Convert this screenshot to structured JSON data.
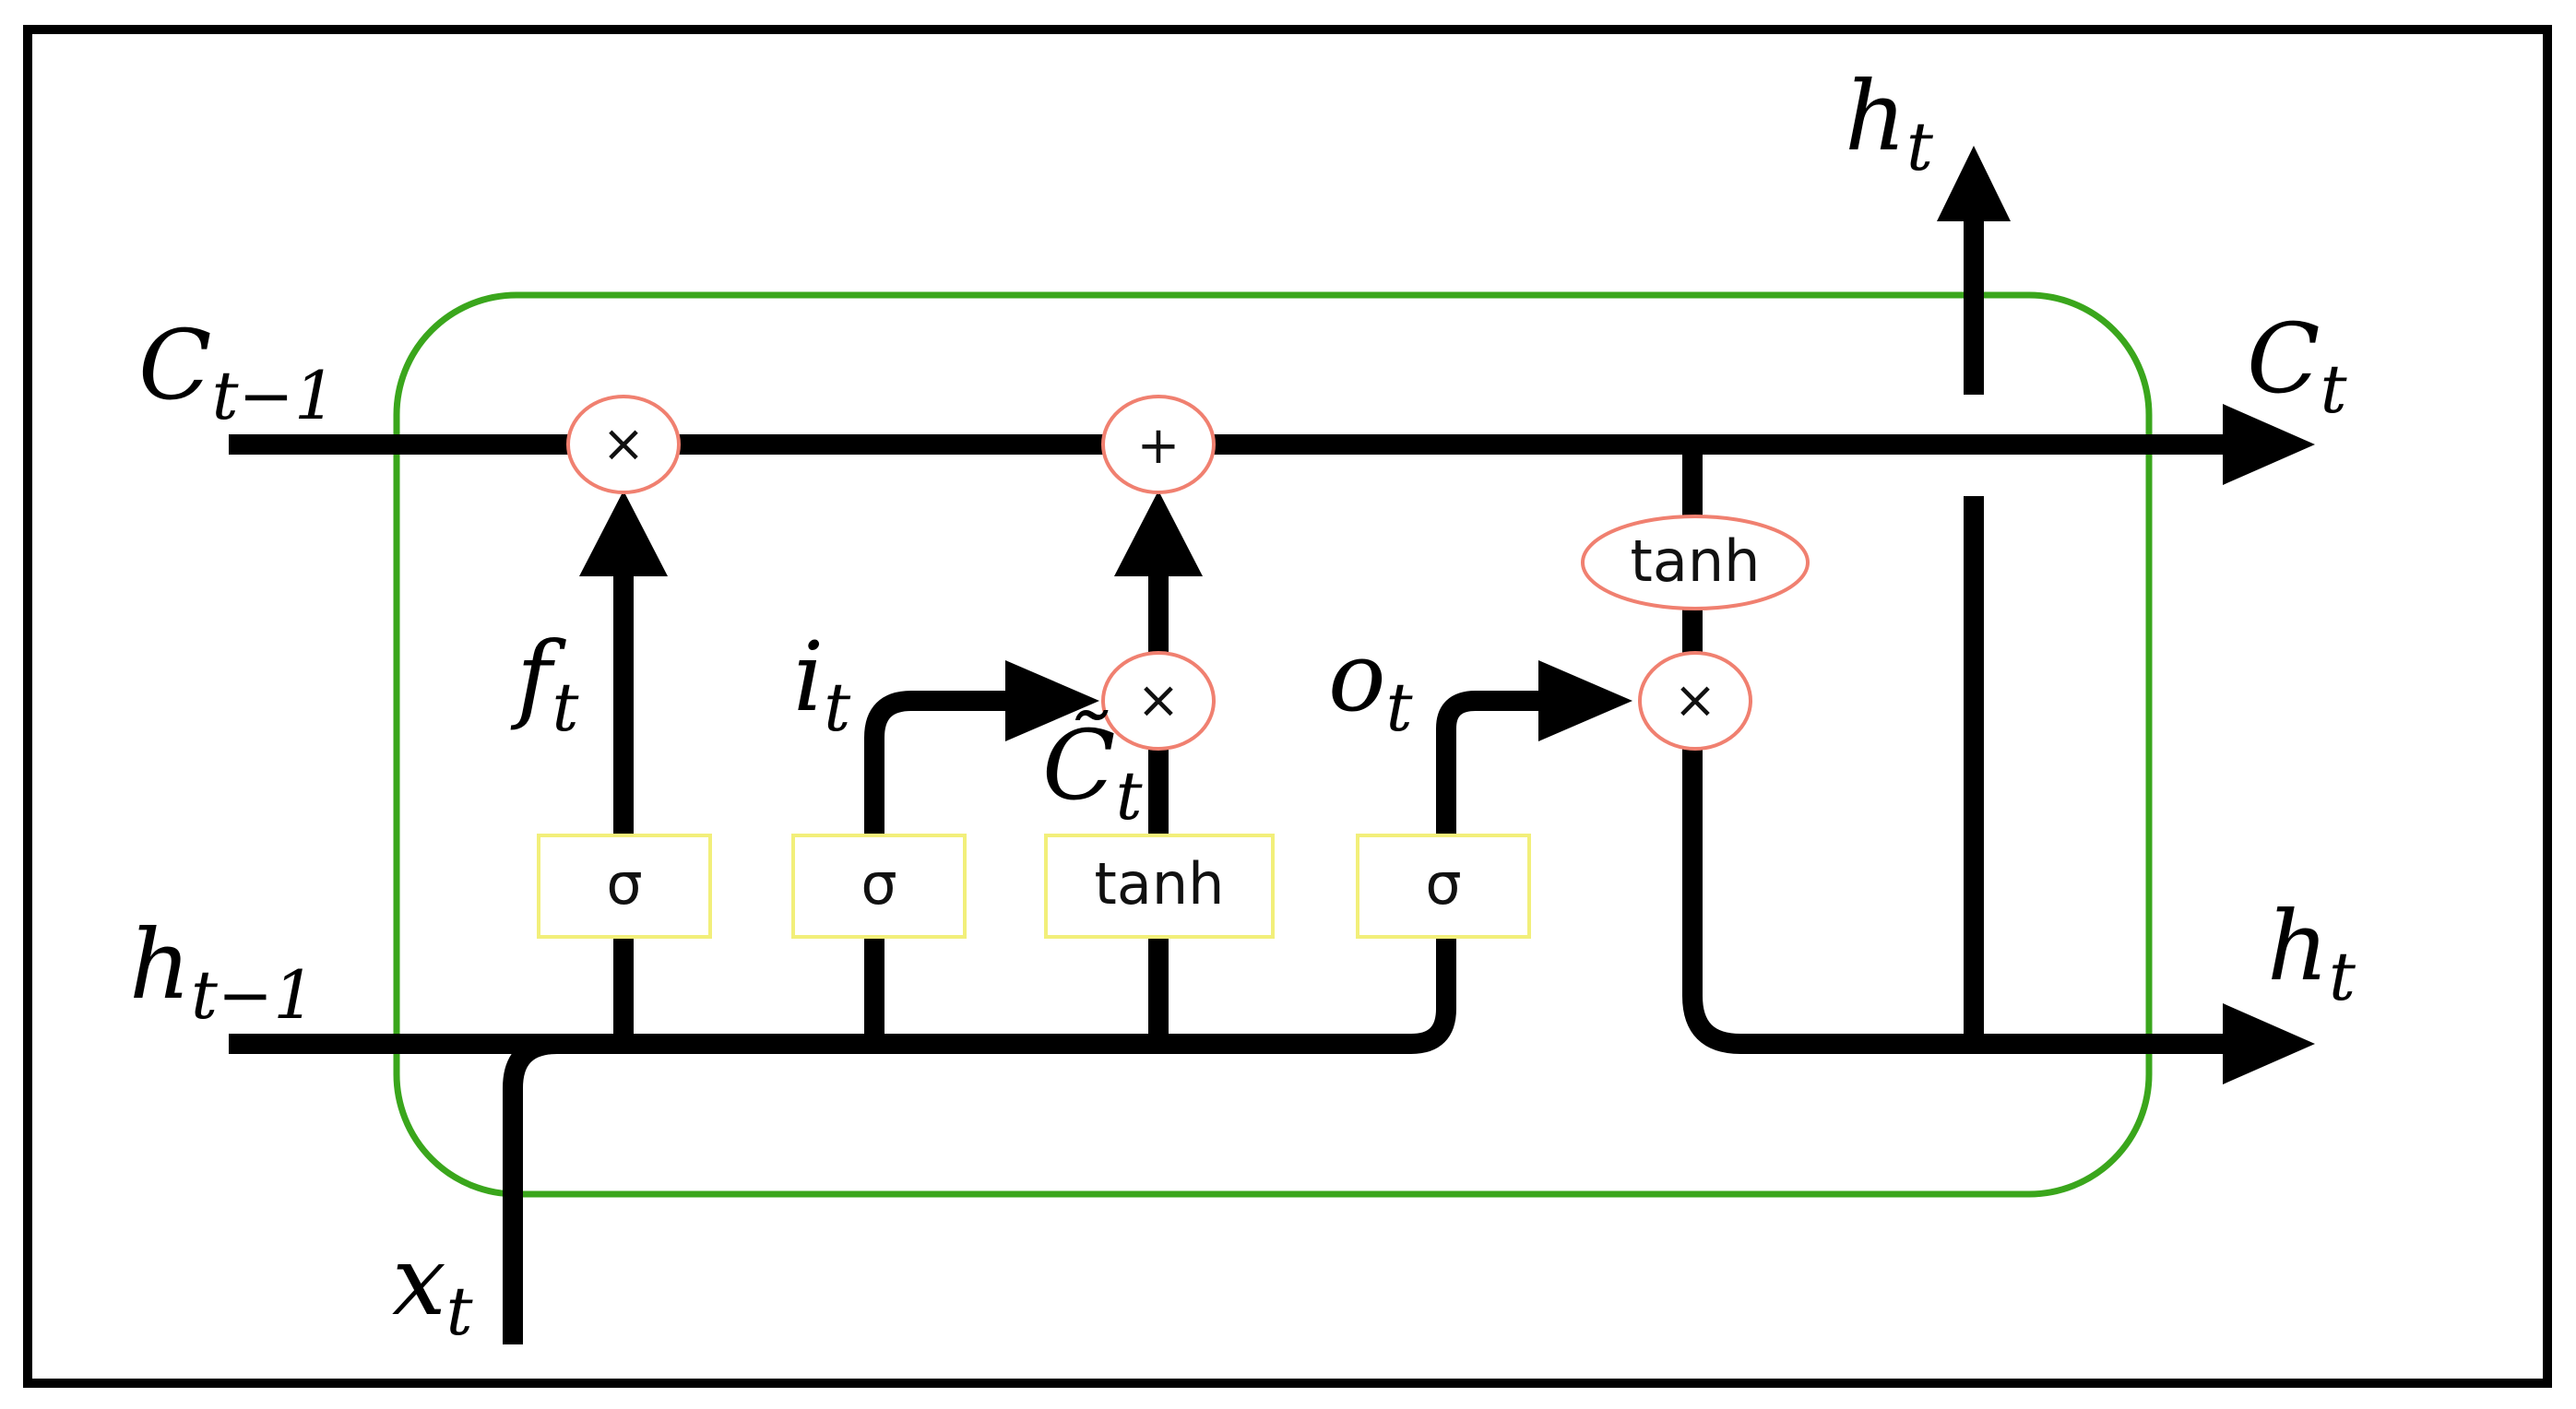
{
  "colors": {
    "cell_border": "#3aa61c",
    "operator_outline": "#f08070",
    "gate_outline": "#f2ef7a",
    "wire": "#000000"
  },
  "labels": {
    "c_prev": {
      "main": "C",
      "sub": "t−1"
    },
    "h_prev": {
      "main": "h",
      "sub": "t−1"
    },
    "x_t": {
      "main": "x",
      "sub": "t"
    },
    "c_t": {
      "main": "C",
      "sub": "t"
    },
    "h_t_right": {
      "main": "h",
      "sub": "t"
    },
    "h_t_top": {
      "main": "h",
      "sub": "t"
    },
    "f_t": {
      "main": "f",
      "sub": "t"
    },
    "i_t": {
      "main": "i",
      "sub": "t"
    },
    "o_t": {
      "main": "o",
      "sub": "t"
    },
    "c_tilde": {
      "main": "C̃",
      "sub": "t"
    }
  },
  "operators": {
    "forget_multiply": "×",
    "cell_add": "+",
    "input_multiply": "×",
    "output_multiply": "×",
    "cell_tanh": "tanh"
  },
  "gates": {
    "forget_gate": "σ",
    "input_gate": "σ",
    "candidate_gate": "tanh",
    "output_gate": "σ"
  }
}
